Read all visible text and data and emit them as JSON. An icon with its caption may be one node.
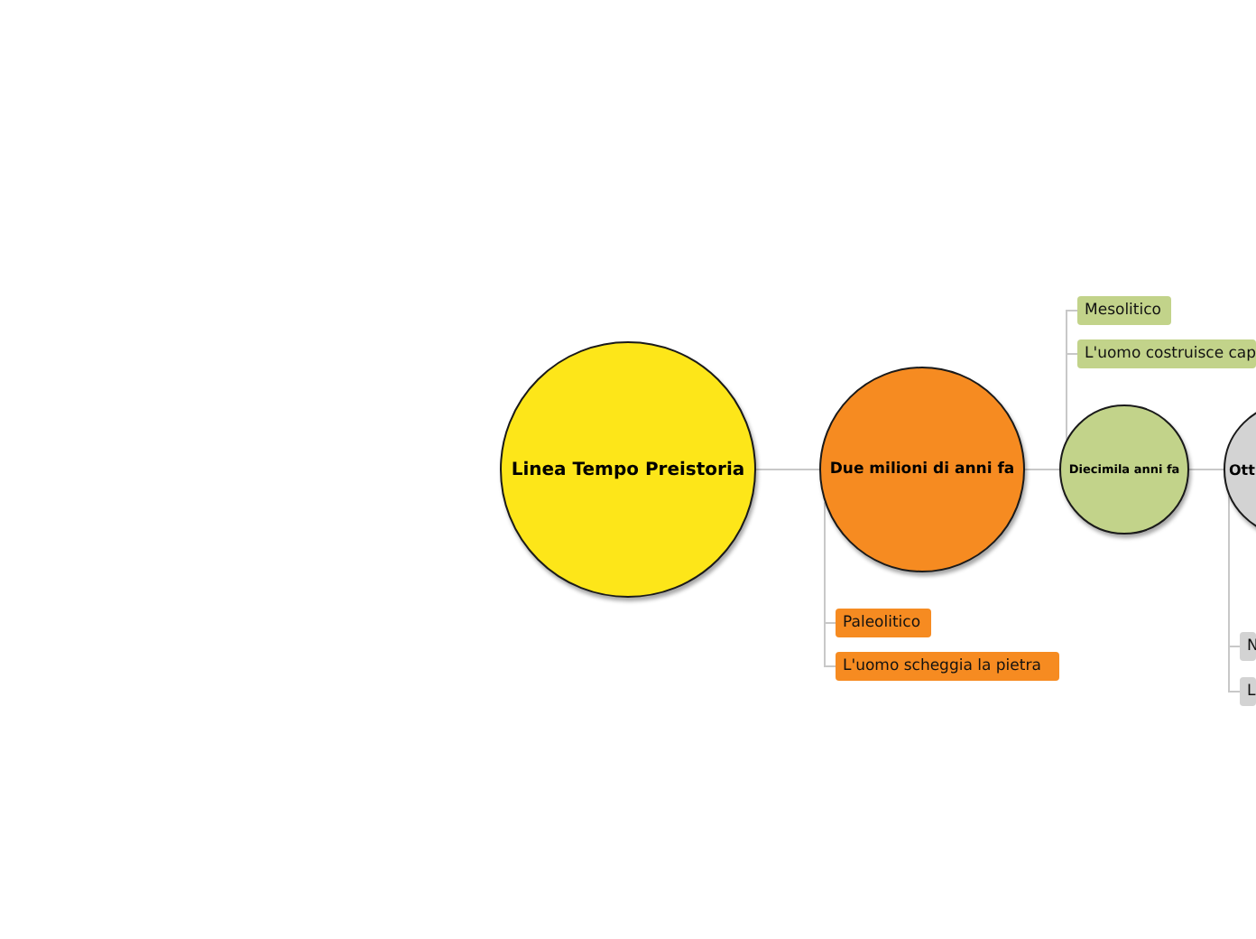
{
  "diagram": {
    "nodes": [
      {
        "text": [
          "Linea Tempo Preistoria"
        ]
      },
      {
        "text": [
          "Due milioni di anni fa"
        ]
      },
      {
        "text": [
          "Diecimila anni fa"
        ]
      },
      {
        "text": [
          "Ott"
        ]
      },
      {
        "text": [
          "Mesolitico"
        ]
      },
      {
        "text": [
          "L'uomo costruisce cap"
        ]
      },
      {
        "text": [
          "Paleolitico"
        ]
      },
      {
        "text": [
          "L'uomo scheggia la pietra"
        ]
      },
      {
        "text": [
          "N"
        ]
      },
      {
        "text": [
          "L"
        ]
      }
    ],
    "edges": [
      {
        "from": 0,
        "to": 1,
        "arrow": "none"
      },
      {
        "from": 1,
        "to": 2,
        "arrow": "none"
      },
      {
        "from": 2,
        "to": 3,
        "arrow": "none"
      },
      {
        "from": 2,
        "to": 4,
        "arrow": "none"
      },
      {
        "from": 2,
        "to": 5,
        "arrow": "none"
      },
      {
        "from": 1,
        "to": 6,
        "arrow": "none"
      },
      {
        "from": 1,
        "to": 7,
        "arrow": "none"
      },
      {
        "from": 3,
        "to": 8,
        "arrow": "none"
      },
      {
        "from": 3,
        "to": 9,
        "arrow": "none"
      }
    ]
  }
}
